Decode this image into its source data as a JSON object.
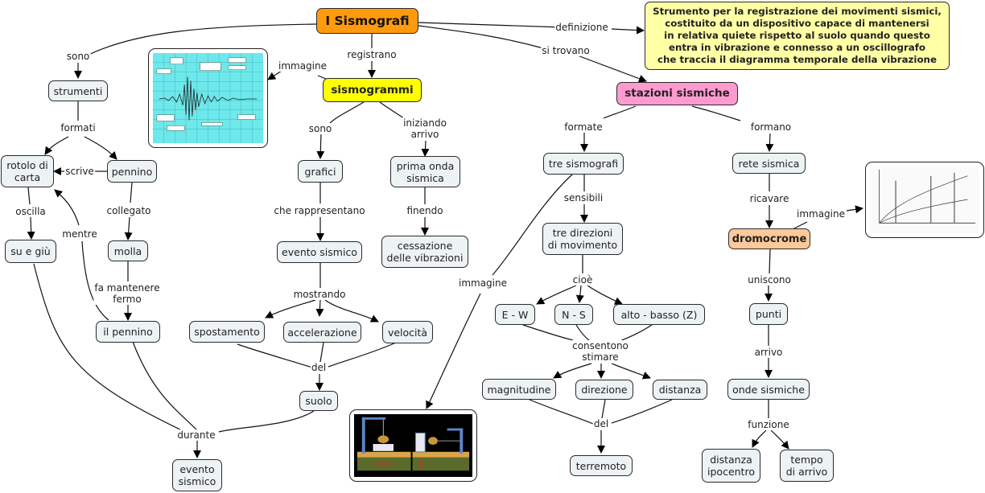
{
  "map_title": "I Sismografi",
  "nodes": {
    "root": "I Sismografi",
    "definition": "Strumento per la registrazione dei movimenti sismici,\ncostituito da un dispositivo capace di mantenersi\nin relativa quiete rispetto al suolo quando questo\nentra in vibrazione e connesso a un oscillografo\nche traccia il diagramma temporale della vibrazione",
    "strumenti": "strumenti",
    "rotolo_di_carta": "rotolo di\ncarta",
    "pennino": "pennino",
    "su_e_giu": "su e giù",
    "molla": "molla",
    "il_pennino": "il pennino",
    "evento_sismico_bottom": "evento\nsismico",
    "sismogrammi": "sismogrammi",
    "grafici": "grafici",
    "prima_onda_sismica": "prima onda\nsismica",
    "cessazione_vibrazioni": "cessazione\ndelle vibrazioni",
    "evento_sismico": "evento sismico",
    "spostamento": "spostamento",
    "accelerazione": "accelerazione",
    "velocita": "velocità",
    "suolo": "suolo",
    "stazioni_sismiche": "stazioni sismiche",
    "tre_sismografi": "tre sismografi",
    "tre_direzioni": "tre direzioni\ndi movimento",
    "e_w": "E - W",
    "n_s": "N - S",
    "alto_basso": "alto - basso (Z)",
    "magnitudine": "magnitudine",
    "direzione": "direzione",
    "distanza": "distanza",
    "terremoto": "terremoto",
    "rete_sismica": "rete sismica",
    "dromocrome": "dromocrome",
    "punti": "punti",
    "onde_sismiche": "onde sismiche",
    "distanza_ipocentro": "distanza\nipocentro",
    "tempo_di_arrivo": "tempo\ndi arrivo"
  },
  "link_labels": {
    "definizione": "definizione",
    "sono_left": "sono",
    "registrano": "registrano",
    "si_trovano": "si trovano",
    "immagine_seismogram": "immagine",
    "formati": "formati",
    "scrive": "scrive",
    "oscilla": "oscilla",
    "collegato": "collegato",
    "mentre": "mentre",
    "fa_mantenere_fermo": "fa mantenere\nfermo",
    "durante": "durante",
    "sono_grafici": "sono",
    "iniziando_arrivo": "iniziando\narrivo",
    "che_rappresentano": "che rappresentano",
    "finendo": "finendo",
    "mostrando": "mostrando",
    "del_suolo": "del",
    "immagine_apparatus": "immagine",
    "formate": "formate",
    "formano": "formano",
    "sensibili": "sensibili",
    "cioe": "cioè",
    "consentono_stimare": "consentono\nstimare",
    "del_terremoto": "del",
    "ricavare": "ricavare",
    "immagine_dromocrome": "immagine",
    "uniscono": "uniscono",
    "arrivo": "arrivo",
    "funzione": "funzione"
  },
  "images": {
    "seismogram": "seismogram-image",
    "seismograph_apparatus": "seismograph-apparatus-image",
    "travel_time_curves": "travel-time-curves-image"
  },
  "colors": {
    "root": "#ff9a0e",
    "sismogrammi": "#ffff00",
    "stazioni": "#ff9ad0",
    "dromocrome": "#fdc89a",
    "definition": "#ffffa6",
    "concept": "#edf3f5",
    "seismogram_bg": "#6ee8ea"
  }
}
